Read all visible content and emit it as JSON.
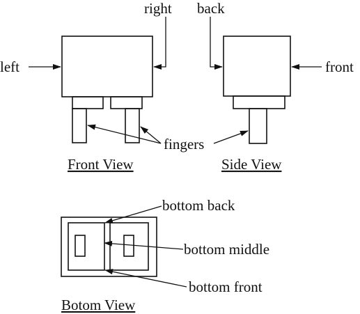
{
  "labels": {
    "right": "right",
    "back": "back",
    "left": "left",
    "front": "front",
    "fingers": "fingers",
    "bottom_back": "bottom back",
    "bottom_middle": "bottom middle",
    "bottom_front": "bottom front"
  },
  "captions": {
    "front_view": "Front View",
    "side_view": "Side View",
    "bottom_view": "Botom View"
  }
}
